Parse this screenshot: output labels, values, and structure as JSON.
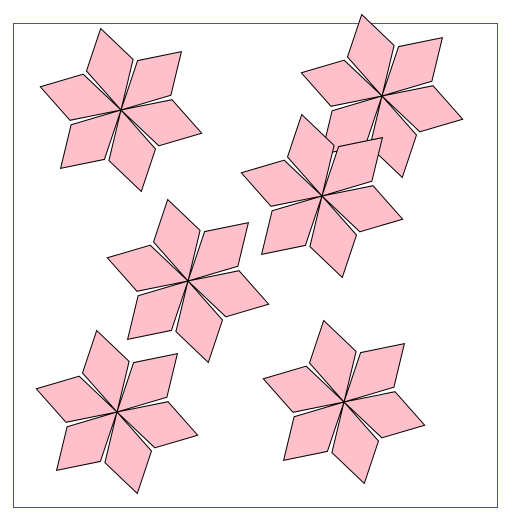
{
  "colors": {
    "petal_fill": "#ffc0cb",
    "petal_stroke": "#000000",
    "frame_stroke": "#4a4ad0",
    "background": "#ffffff"
  },
  "flowers": [
    {
      "name": "flower-top-left"
    },
    {
      "name": "flower-top-right"
    },
    {
      "name": "flower-middle-right"
    },
    {
      "name": "flower-center"
    },
    {
      "name": "flower-bottom-left"
    },
    {
      "name": "flower-bottom-right"
    }
  ]
}
